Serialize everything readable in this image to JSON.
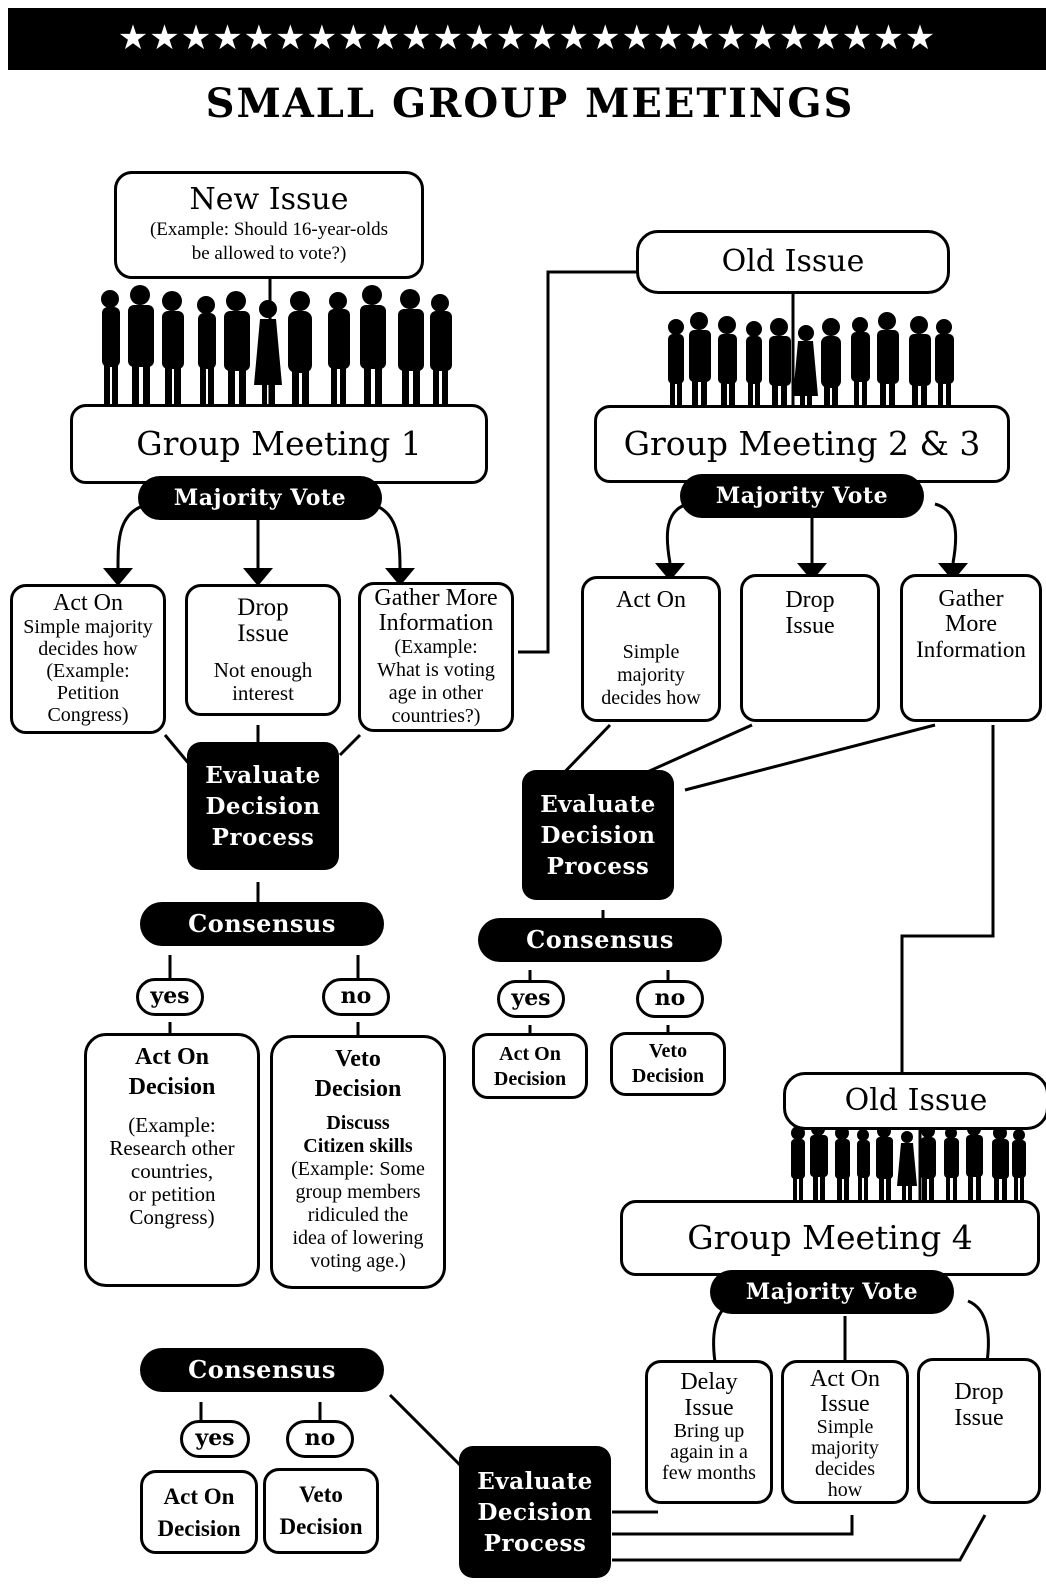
{
  "banner": {
    "stars": "★★★★★★★★★★★★★★★★★★★★★★★★★★"
  },
  "title": "SMALL GROUP MEETINGS",
  "new_issue": {
    "heading": "New Issue",
    "example_1": "(Example:  Should 16-year-olds",
    "example_2": "be allowed to vote?)"
  },
  "old_issue_1": "Old Issue",
  "old_issue_2": "Old Issue",
  "meeting_1": "Group Meeting 1",
  "meeting_2": "Group Meeting 2 & 3",
  "meeting_4": "Group Meeting 4",
  "majority_vote": "Majority Vote",
  "consensus": "Consensus",
  "yes": "yes",
  "no": "no",
  "evaluate": {
    "l1": "Evaluate",
    "l2": "Decision",
    "l3": "Process"
  },
  "m1_options": {
    "act_on": {
      "l1": "Act On",
      "l2": "Simple majority",
      "l3": "decides how",
      "l4": "(Example:",
      "l5": "Petition",
      "l6": "Congress)"
    },
    "drop": {
      "l1": "Drop",
      "l2": "Issue",
      "l3": "Not enough",
      "l4": "interest"
    },
    "gather": {
      "l1": "Gather More",
      "l2": "Information",
      "l3": "(Example:",
      "l4": "What is voting",
      "l5": "age in other",
      "l6": "countries?)"
    }
  },
  "m1_outcomes": {
    "act": {
      "l1": "Act On",
      "l2": "Decision",
      "l3": "(Example:",
      "l4": "Research other",
      "l5": "countries,",
      "l6": "or  petition",
      "l7": "Congress)"
    },
    "veto": {
      "l1": "Veto",
      "l2": "Decision",
      "l3": "Discuss",
      "l4": "Citizen skills",
      "l5": "(Example:  Some",
      "l6": "group members",
      "l7": "ridiculed the",
      "l8": "idea of lowering",
      "l9": "voting age.)"
    }
  },
  "m2_options": {
    "act_on": {
      "l1": "Act On",
      "l2": "Simple",
      "l3": "majority",
      "l4": "decides how"
    },
    "drop": {
      "l1": "Drop",
      "l2": "Issue"
    },
    "gather": {
      "l1": "Gather",
      "l2": "More",
      "l3": "Information"
    }
  },
  "small_outcome": {
    "act_1": "Act On",
    "act_2": "Decision",
    "veto_1": "Veto",
    "veto_2": "Decision"
  },
  "m4_options": {
    "delay": {
      "l1": "Delay",
      "l2": "Issue",
      "l3": "Bring up",
      "l4": "again in a",
      "l5": "few months"
    },
    "act_on": {
      "l1": "Act On",
      "l2": "Issue",
      "l3": "Simple",
      "l4": "majority",
      "l5": "decides",
      "l6": "how"
    },
    "drop": {
      "l1": "Drop",
      "l2": "Issue"
    }
  }
}
